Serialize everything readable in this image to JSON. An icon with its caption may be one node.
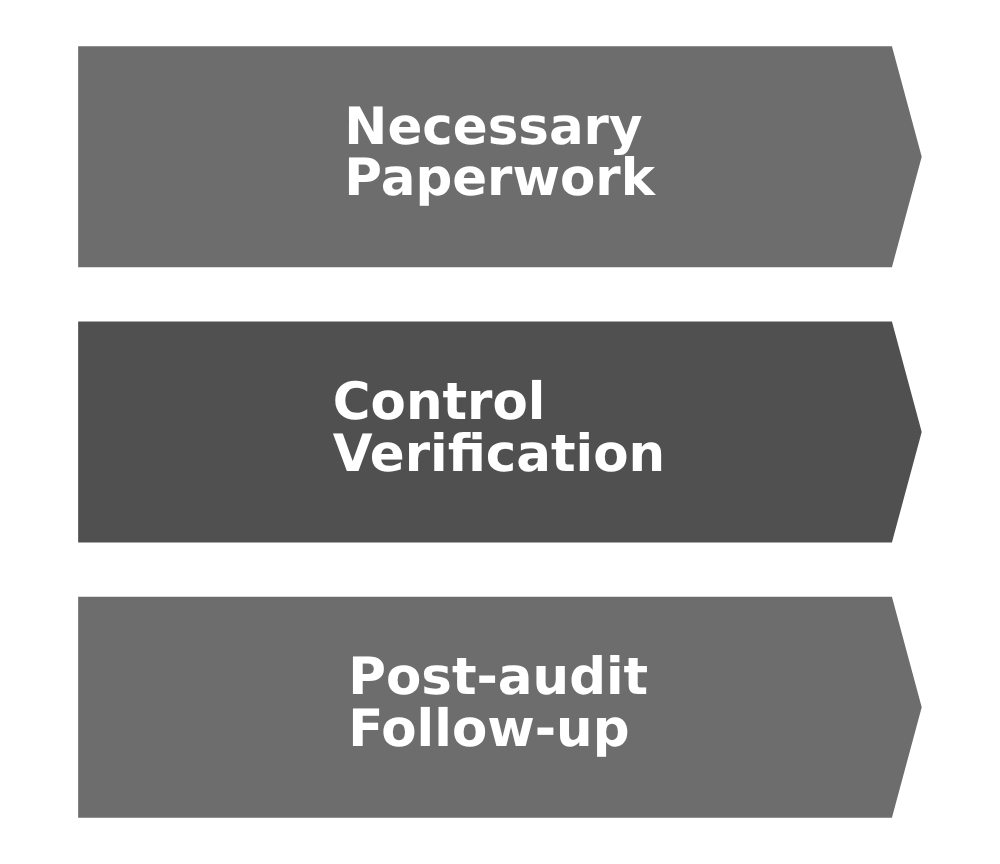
{
  "diagram": {
    "nodes": [
      {
        "text": [
          "Necessary Paperwork"
        ]
      },
      {
        "text": [
          "Control Verification"
        ]
      },
      {
        "text": [
          "Post-audit Follow-up"
        ]
      }
    ]
  }
}
